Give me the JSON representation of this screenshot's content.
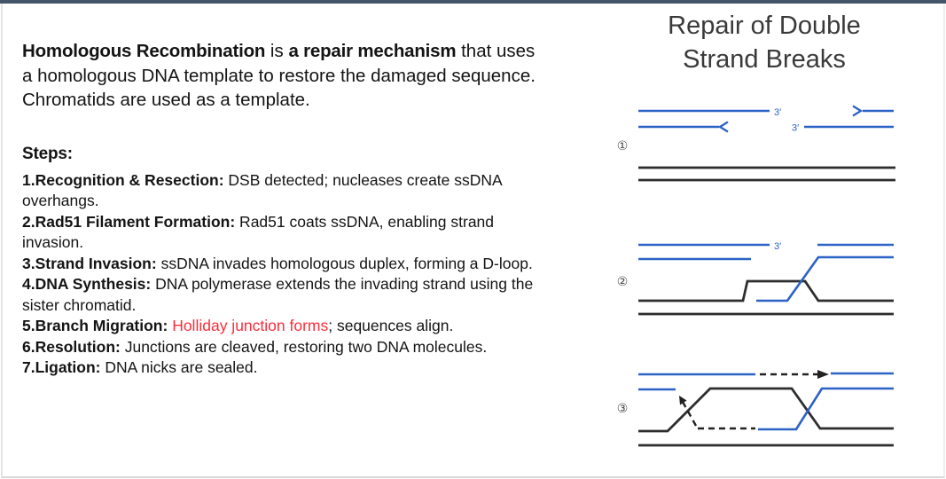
{
  "slide": {
    "accent_bar_color": "#44546a",
    "body_text_color": "#141414",
    "highlight_color": "#fb2d3b",
    "intro": {
      "bold1": "Homologous Recombination",
      "mid": " is ",
      "bold2": "a repair mechanism",
      "rest": " that uses a homologous DNA template to restore the damaged sequence. Chromatids are used as a template."
    },
    "steps_heading": "Steps:",
    "steps": [
      {
        "label": "1.Recognition & Resection:",
        "text": " DSB detected; nucleases create ssDNA overhangs."
      },
      {
        "label": "2.Rad51 Filament Formation:",
        "text": " Rad51 coats ssDNA, enabling strand invasion."
      },
      {
        "label": "3.Strand Invasion:",
        "text": " ssDNA invades homologous duplex, forming a D-loop."
      },
      {
        "label": "4.DNA Synthesis:",
        "text": " DNA polymerase extends the invading strand using the sister chromatid."
      },
      {
        "label": "5.Branch Migration:",
        "highlight": " Holliday junction forms",
        "text": "; sequences align."
      },
      {
        "label": "6.Resolution:",
        "text": " Junctions are cleaved, restoring two DNA molecules."
      },
      {
        "label": "7.Ligation:",
        "text": " DNA nicks are sealed."
      }
    ],
    "diagram": {
      "title_line1": "Repair of Double",
      "title_line2": "Strand Breaks",
      "step_markers": [
        "①",
        "②",
        "③"
      ],
      "prime_label": "3′",
      "colors": {
        "damaged_dna_blue": "#2b62c6",
        "template_dna_black": "#2d2d2d"
      }
    }
  }
}
